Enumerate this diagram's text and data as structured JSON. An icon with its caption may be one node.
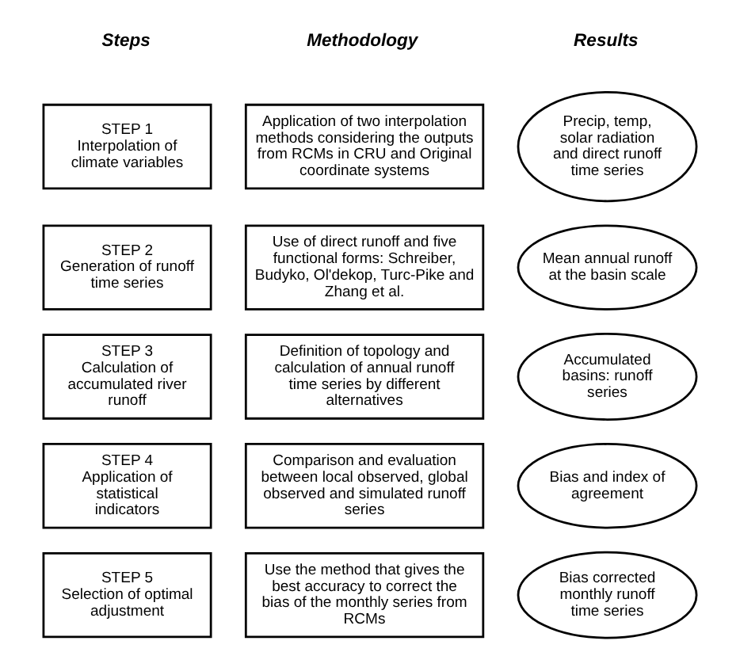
{
  "diagram": {
    "nodes": [
      {
        "text": [
          "STEP 1",
          "Interpolation of climate variables"
        ]
      },
      {
        "text": [
          "Application of two interpolation methods considering the outputs from RCMs in CRU and Original coordinate systems"
        ]
      },
      {
        "text": [
          "Precip, temp, solar radiation and direct runoff time series"
        ]
      },
      {
        "text": [
          "STEP 2",
          "Generation of runoff time series"
        ]
      },
      {
        "text": [
          "Use of direct runoff and five functional forms: Schreiber, Budyko, Ol'dekop, Turc-Pike and Zhang et al."
        ]
      },
      {
        "text": [
          "Mean annual runoff at the basin scale"
        ]
      },
      {
        "text": [
          "STEP 3",
          "Calculation of accumulated river runoff"
        ]
      },
      {
        "text": [
          "Definition of topology and calculation of annual runoff time series by different alternatives"
        ]
      },
      {
        "text": [
          "Accumulated basins: runoff series"
        ]
      },
      {
        "text": [
          "STEP 4",
          "Application of statistical indicators"
        ]
      },
      {
        "text": [
          "Comparison and evaluation between local observed, global observed and simulated runoff series"
        ]
      },
      {
        "text": [
          "Bias and index of agreement"
        ]
      },
      {
        "text": [
          "STEP 5",
          "Selection of optimal adjustment"
        ]
      },
      {
        "text": [
          "Use the method that gives the best accuracy to correct the bias of the monthly series from RCMs"
        ]
      },
      {
        "text": [
          "Bias corrected monthly runoff time series"
        ]
      }
    ],
    "edges": [],
    "labels": [
      "Steps",
      "Methodology",
      "Results"
    ]
  }
}
